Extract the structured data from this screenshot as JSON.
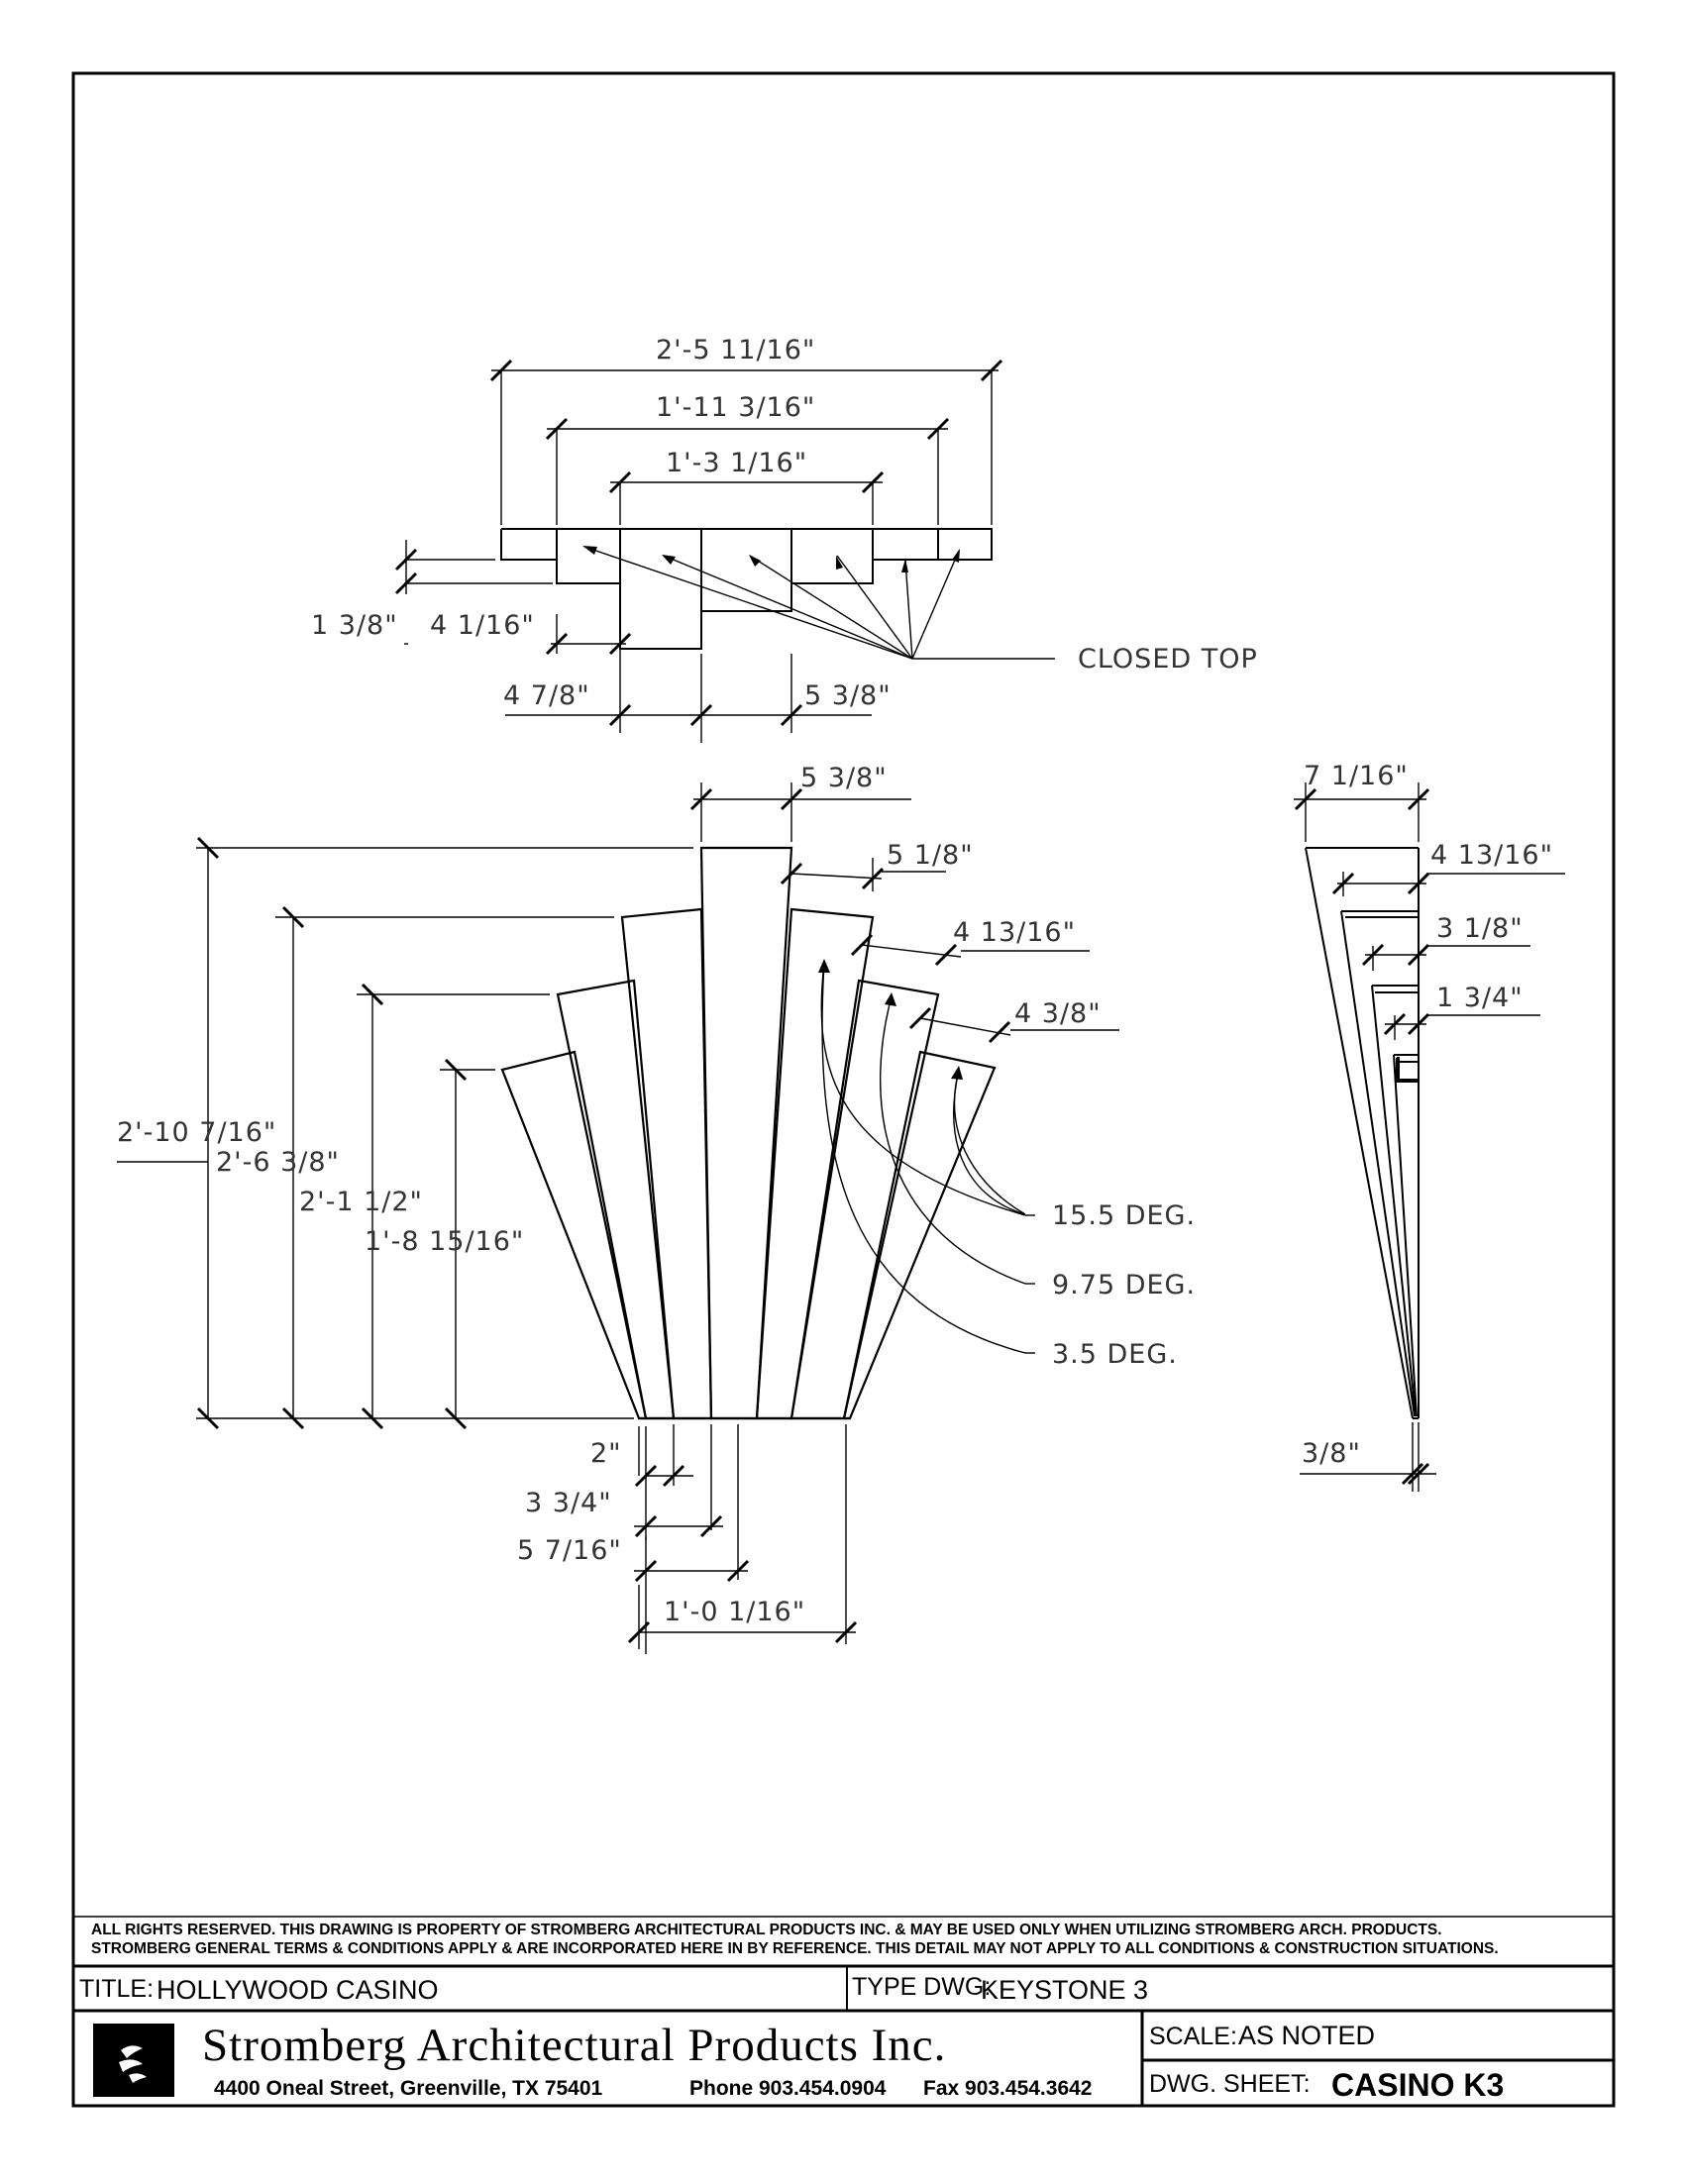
{
  "top_view": {
    "dims": [
      "2'-5 11/16\"",
      "1'-11 3/16\"",
      "1'-3 1/16\"",
      "1 3/8\"",
      "4 1/16\"",
      "4 7/8\"",
      "5 3/8\""
    ],
    "note": "CLOSED TOP"
  },
  "front_view": {
    "dims": [
      "5 3/8\"",
      "5 1/8\"",
      "4 13/16\"",
      "4 3/8\"",
      "2'-10 7/16\"",
      "2'-6 3/8\"",
      "2'-1 1/2\"",
      "1'-8 15/16\"",
      "2\"",
      "3 3/4\"",
      "5 7/16\"",
      "1'-0 1/16\""
    ],
    "angles": [
      "15.5 DEG.",
      "9.75 DEG.",
      "3.5 DEG."
    ]
  },
  "side_view": {
    "dims": [
      "7 1/16\"",
      "4 13/16\"",
      "3 1/8\"",
      "1 3/4\"",
      "3/8\""
    ]
  },
  "title_block": {
    "notice_line1": "ALL RIGHTS RESERVED. THIS DRAWING IS PROPERTY OF STROMBERG ARCHITECTURAL PRODUCTS INC. & MAY BE USED ONLY WHEN UTILIZING STROMBERG ARCH. PRODUCTS.",
    "notice_line2": "STROMBERG GENERAL TERMS & CONDITIONS APPLY & ARE INCORPORATED HERE IN BY REFERENCE. THIS DETAIL MAY NOT APPLY TO ALL CONDITIONS & CONSTRUCTION SITUATIONS.",
    "title_label": "TITLE:",
    "title_value": "HOLLYWOOD CASINO",
    "type_label": "TYPE DWG:",
    "type_value": "KEYSTONE 3",
    "company": "Stromberg Architectural Products Inc.",
    "address": "4400 Oneal Street, Greenville, TX  75401",
    "phone": "Phone 903.454.0904",
    "fax": "Fax 903.454.3642",
    "scale_label": "SCALE:",
    "scale_value": "AS NOTED",
    "sheet_label": "DWG. SHEET:",
    "sheet_value": "CASINO K3"
  }
}
